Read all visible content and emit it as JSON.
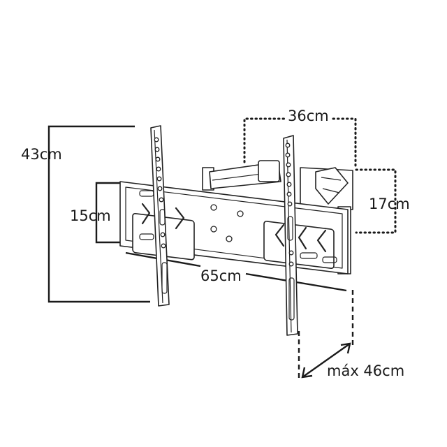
{
  "dimensions": {
    "total_height": "43cm",
    "inner_height": "15cm",
    "total_width": "65cm",
    "arm_width": "36cm",
    "arm_height": "17cm",
    "max_extension": "máx 46cm"
  }
}
